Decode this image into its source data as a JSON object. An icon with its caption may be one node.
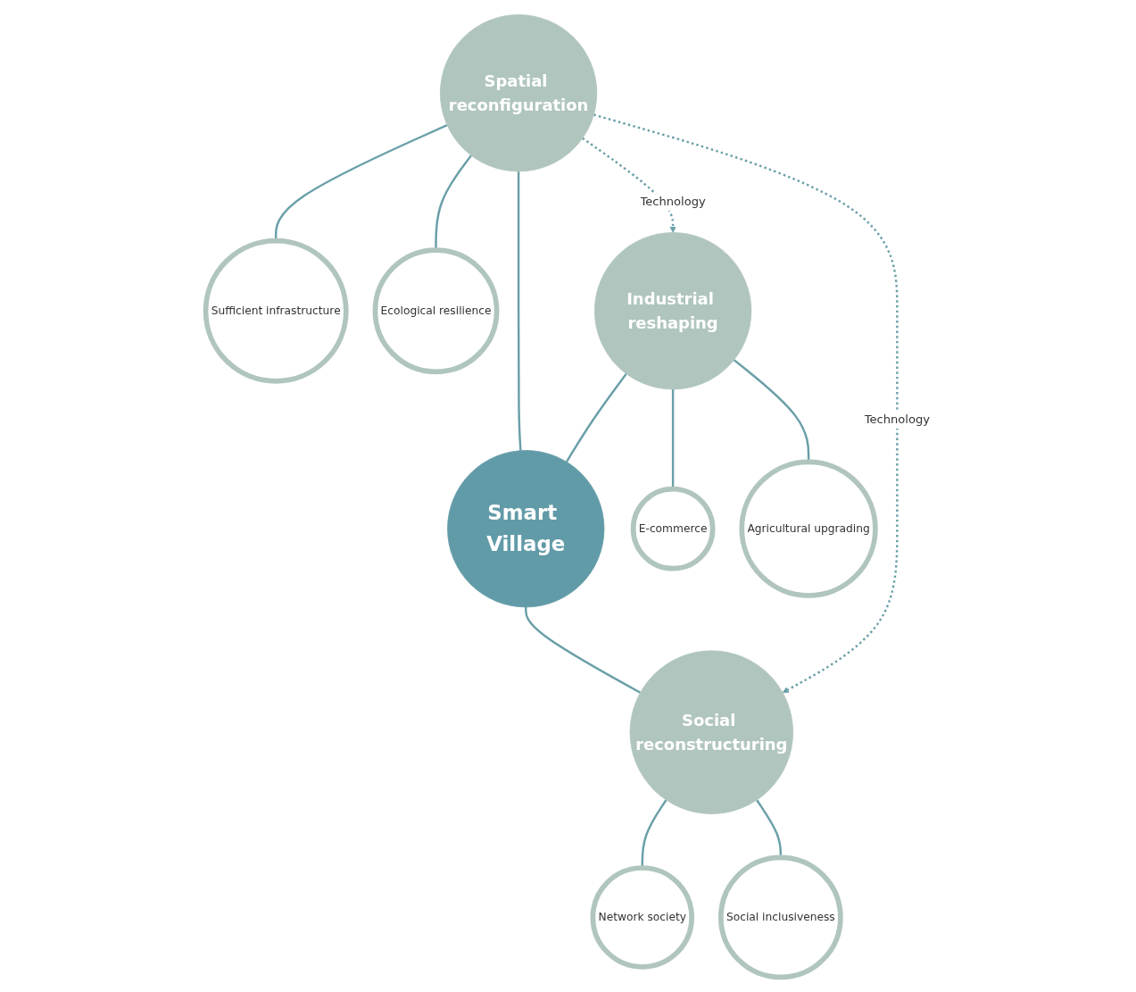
{
  "diagram": {
    "nodes": [
      {
        "text": [
          "Sufficient infrastructure"
        ]
      },
      {
        "text": [
          "Ecological resilience"
        ]
      },
      {
        "text": [
          "Spatial reconfiguration"
        ]
      },
      {
        "text": [
          "Industrial reshaping"
        ]
      },
      {
        "text": [
          "Smart Village"
        ]
      },
      {
        "text": [
          "Social reconstructuring"
        ]
      },
      {
        "text": [
          "E-commerce"
        ]
      },
      {
        "text": [
          "Agricultural upgrading"
        ]
      },
      {
        "text": [
          "Network society"
        ]
      },
      {
        "text": [
          "Social inclusiveness"
        ]
      }
    ],
    "edges": [
      {
        "from": 2,
        "to": 0,
        "arrow": "none"
      },
      {
        "from": 2,
        "to": 1,
        "arrow": "none"
      },
      {
        "from": 2,
        "to": 4,
        "arrow": "none"
      },
      {
        "from": 2,
        "to": 3,
        "arrow": "to",
        "label": "Technology",
        "style": "dashed"
      },
      {
        "from": 2,
        "to": 5,
        "arrow": "to",
        "label": "Technology",
        "style": "dashed"
      },
      {
        "from": 3,
        "to": 4,
        "arrow": "none"
      },
      {
        "from": 4,
        "to": 5,
        "arrow": "none"
      },
      {
        "from": 3,
        "to": 6,
        "arrow": "none"
      },
      {
        "from": 3,
        "to": 7,
        "arrow": "none"
      },
      {
        "from": 5,
        "to": 8,
        "arrow": "none"
      },
      {
        "from": 5,
        "to": 9,
        "arrow": "none"
      }
    ]
  }
}
